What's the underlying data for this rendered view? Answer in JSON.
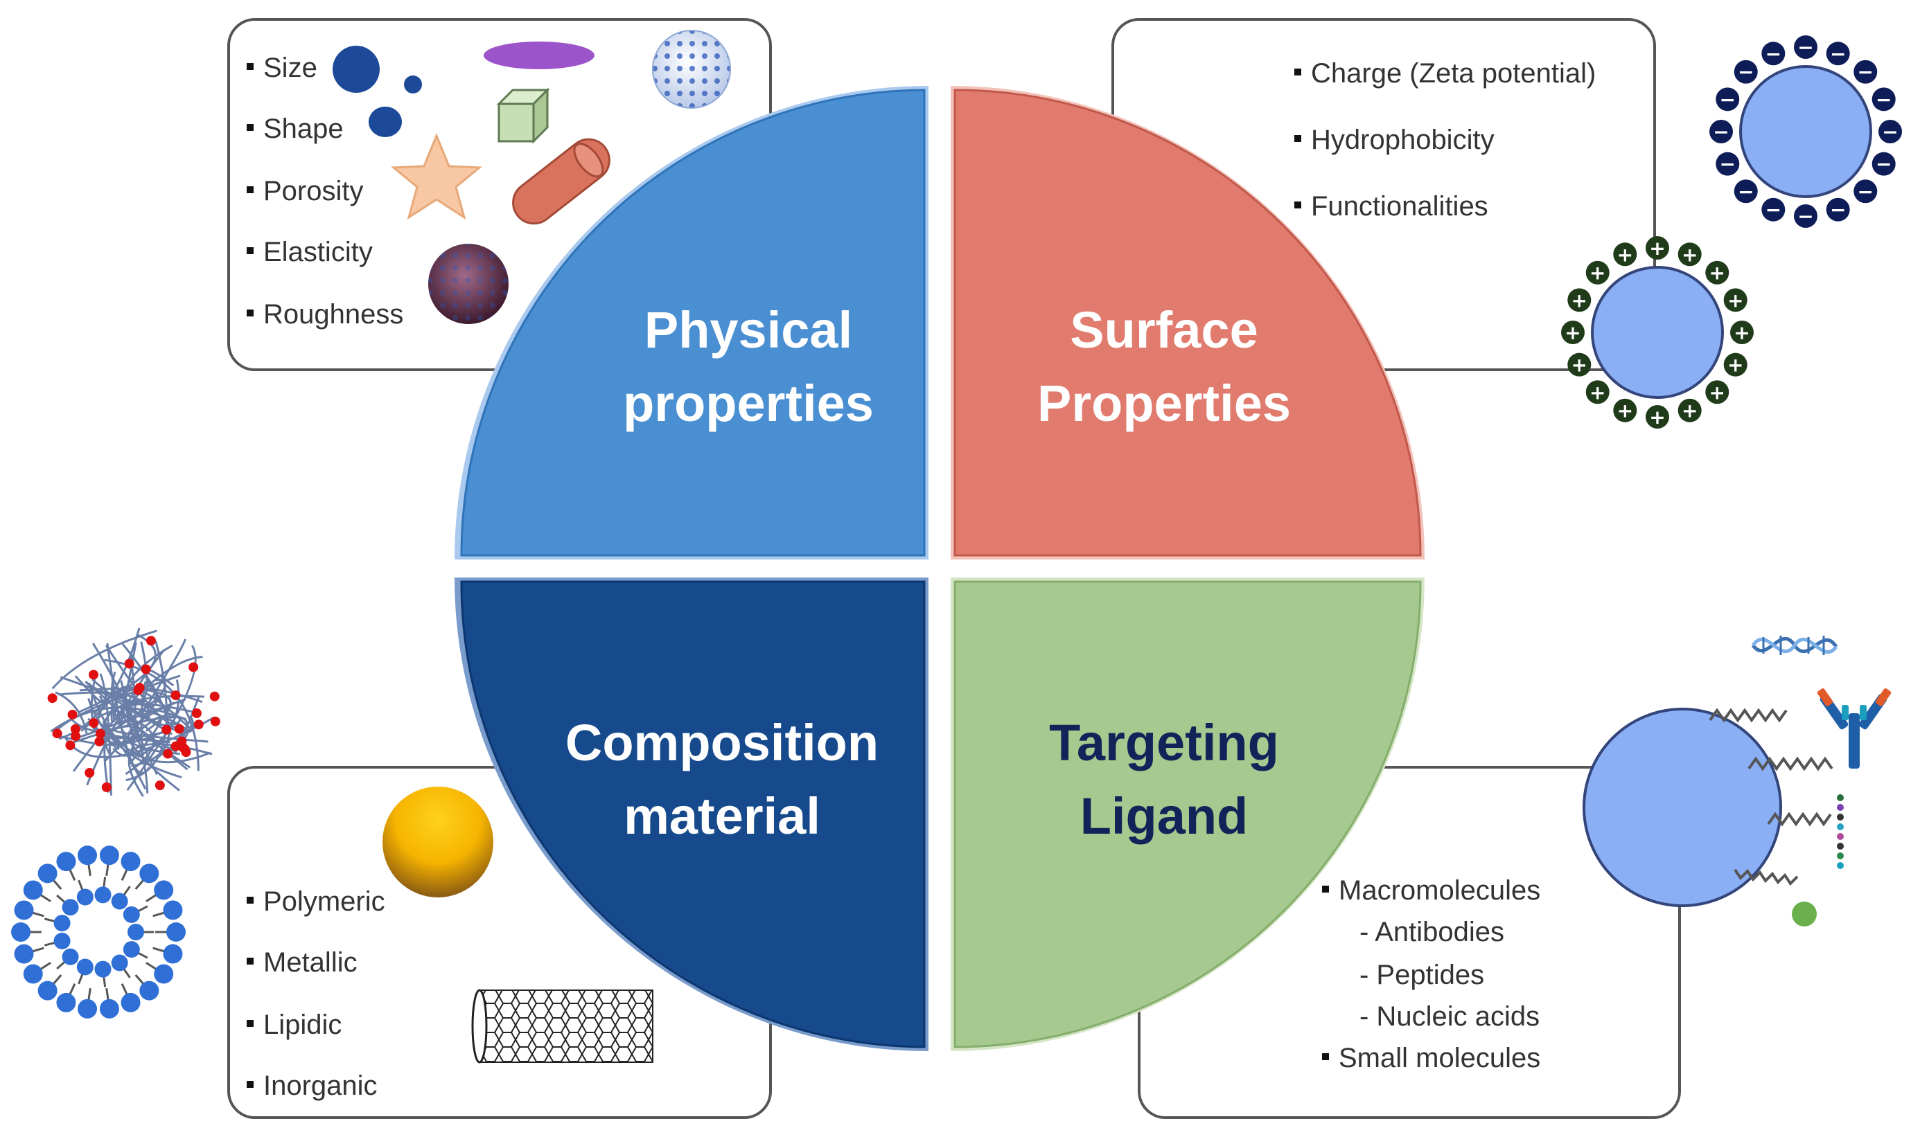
{
  "quadrants": {
    "physical": {
      "line1": "Physical",
      "line2": "properties",
      "color": "#4a8fd2"
    },
    "surface": {
      "line1": "Surface",
      "line2": "Properties",
      "color": "#e07b6e"
    },
    "composition": {
      "line1": "Composition",
      "line2": "material",
      "color": "#164a8c"
    },
    "targeting": {
      "line1": "Targeting",
      "line2": "Ligand",
      "color": "#a5c98e"
    }
  },
  "physical_list": [
    "Size",
    "Shape",
    "Porosity",
    "Elasticity",
    "Roughness"
  ],
  "surface_list": [
    "Charge (Zeta potential)",
    "Hydrophobicity",
    "Functionalities"
  ],
  "composition_list": [
    "Polymeric",
    "Metallic",
    "Lipidic",
    "Inorganic"
  ],
  "targeting_list": {
    "macro": "Macromolecules",
    "antibodies": "- Antibodies",
    "peptides": "- Peptides",
    "nucleic": "- Nucleic acids",
    "small": "Small molecules"
  },
  "charges": {
    "negative": "−",
    "positive": "+"
  },
  "colors": {
    "particle": "#8aaff5",
    "negative_ring": "#0e1d57",
    "positive_ring": "#1f3b19",
    "box_border": "#555555"
  }
}
